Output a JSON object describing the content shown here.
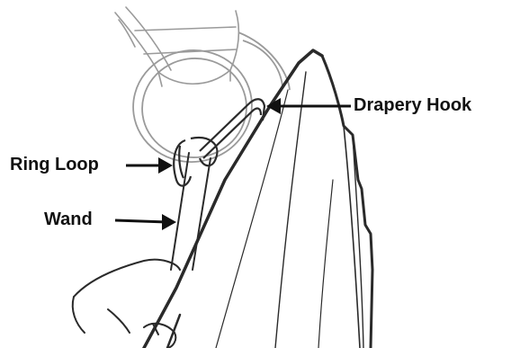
{
  "labels": {
    "drapery_hook": "Drapery Hook",
    "ring_loop": "Ring Loop",
    "wand": "Wand"
  },
  "colors": {
    "ink": "#111111",
    "sketch": "#2a2a2a",
    "faint_sketch": "#9a9a9a",
    "background": "#ffffff"
  }
}
